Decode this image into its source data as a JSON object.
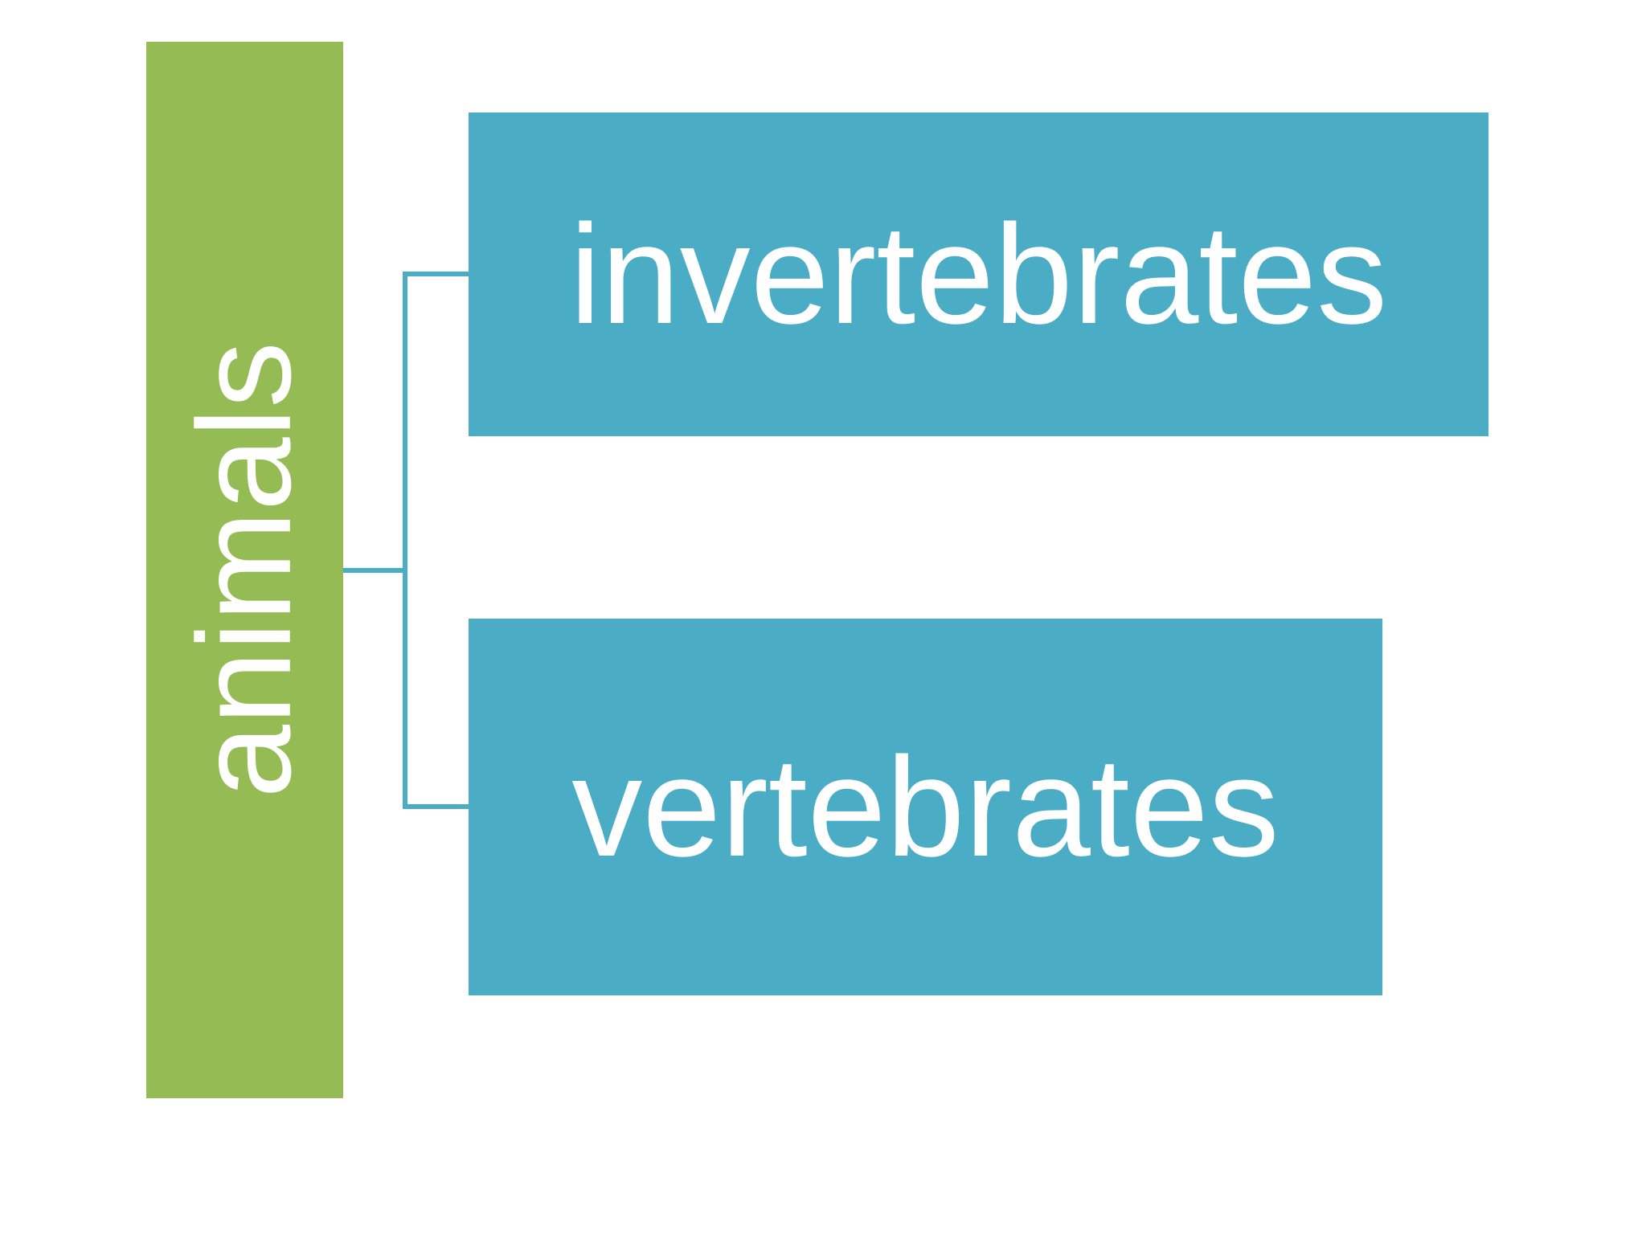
{
  "diagram": {
    "type": "hierarchy",
    "root": {
      "label": "animals"
    },
    "children": [
      {
        "label": "invertebrates"
      },
      {
        "label": "vertebrates"
      }
    ]
  },
  "colors": {
    "canvas-bg": "#FFFFFF",
    "root-bg": "#95BB55",
    "child-bg": "#4BACC6",
    "connector": "#4BACC6",
    "text": "#FFFFFF"
  }
}
